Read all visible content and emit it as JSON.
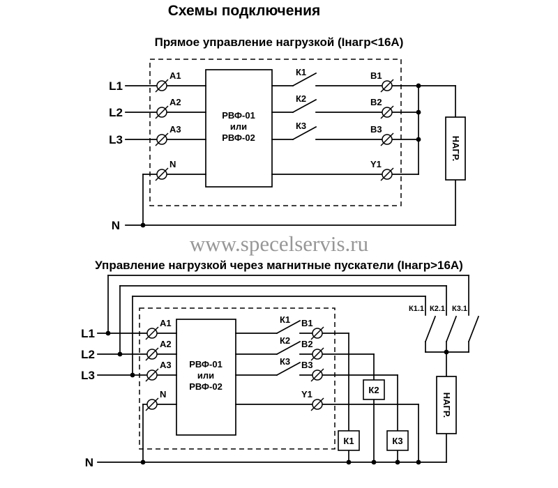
{
  "main_title": "Схемы подключения",
  "watermark": "www.specelservis.ru",
  "d1": {
    "title": "Прямое управление нагрузкой (Iнагр<16А)",
    "device": {
      "l1": "РВФ-01",
      "l2": "или",
      "l3": "РВФ-02"
    },
    "inputs": [
      "L1",
      "L2",
      "L3"
    ],
    "in_terms": [
      "А1",
      "А2",
      "А3"
    ],
    "n_term": "N",
    "contacts": [
      "К1",
      "К2",
      "К3"
    ],
    "out_terms": [
      "В1",
      "В2",
      "В3"
    ],
    "aux_term": "Y1",
    "neutral": "N",
    "load": "НАГР."
  },
  "d2": {
    "title": "Управление нагрузкой через магнитные пускатели (Iнагр>16А)",
    "device": {
      "l1": "РВФ-01",
      "l2": "или",
      "l3": "РВФ-02"
    },
    "inputs": [
      "L1",
      "L2",
      "L3"
    ],
    "in_terms": [
      "А1",
      "А2",
      "А3"
    ],
    "n_term": "N",
    "contacts": [
      "К1",
      "К2",
      "К3"
    ],
    "out_terms": [
      "В1",
      "В2",
      "В3"
    ],
    "aux_term": "Y1",
    "coils": [
      "К1",
      "К2",
      "К3"
    ],
    "power_contacts": [
      "К1.1",
      "К2.1",
      "К3.1"
    ],
    "neutral": "N",
    "load": "НАГР."
  }
}
